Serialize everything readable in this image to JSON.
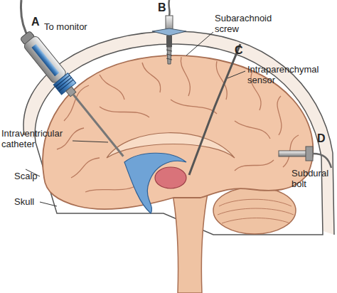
{
  "diagram": {
    "labels": [
      "A",
      "To monitor",
      "B",
      "Subarachnoid screw",
      "C",
      "Intraparenchymal sensor",
      "Intraventricular catheter",
      "Scalp",
      "Skull",
      "D",
      "Subdural bolt"
    ]
  }
}
